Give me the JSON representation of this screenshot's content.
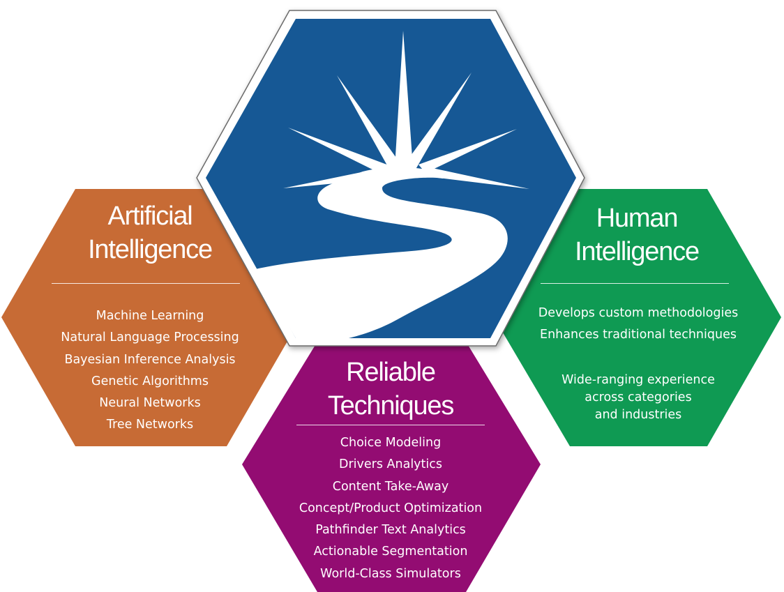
{
  "colors": {
    "artificial": "#c76b35",
    "human": "#0f9a53",
    "reliable": "#930c72",
    "logo_blue": "#135995",
    "logo_border": "#ffffff"
  },
  "logo": {
    "icon": "sunrise-river-logo-icon"
  },
  "artificial_intelligence": {
    "title_line1": "Artificial",
    "title_line2": "Intelligence",
    "items": [
      "Machine Learning",
      "Natural Language Processing",
      "Bayesian Inference Analysis",
      "Genetic Algorithms",
      "Neural Networks",
      "Tree Networks"
    ]
  },
  "human_intelligence": {
    "title_line1": "Human",
    "title_line2": "Intelligence",
    "items": [
      "Develops custom methodologies",
      "Enhances traditional techniques"
    ],
    "extra_lines": [
      "Wide-ranging experience",
      "across categories",
      "and industries"
    ]
  },
  "reliable_techniques": {
    "title_line1": "Reliable",
    "title_line2": "Techniques",
    "items": [
      "Choice Modeling",
      "Drivers Analytics",
      "Content Take-Away",
      "Concept/Product Optimization",
      "Pathfinder Text Analytics",
      "Actionable Segmentation",
      "World-Class Simulators"
    ]
  }
}
